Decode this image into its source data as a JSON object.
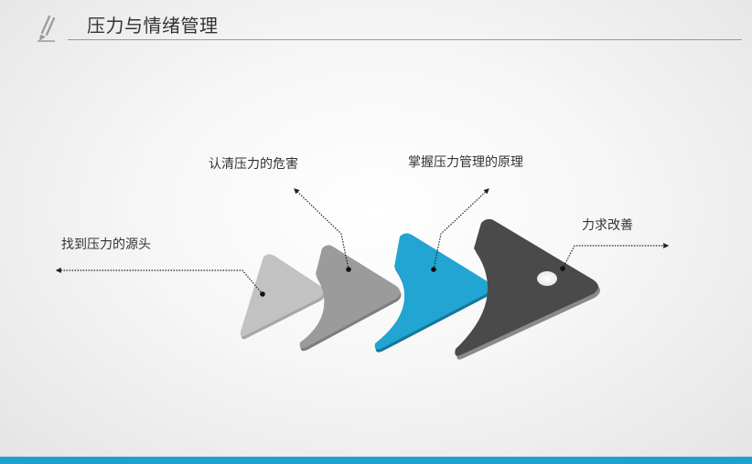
{
  "header": {
    "title": "压力与情绪管理",
    "icon": "pencil-icon"
  },
  "steps": [
    {
      "label": "找到压力的源头",
      "color": "#c2c2c2"
    },
    {
      "label": "认清压力的危害",
      "color": "#9b9b9b"
    },
    {
      "label": "掌握压力管理的原理",
      "color": "#22a5d2"
    },
    {
      "label": "力求改善",
      "color": "#4a4a4a"
    }
  ],
  "colors": {
    "accent": "#1fa0cf",
    "text": "#333333"
  }
}
